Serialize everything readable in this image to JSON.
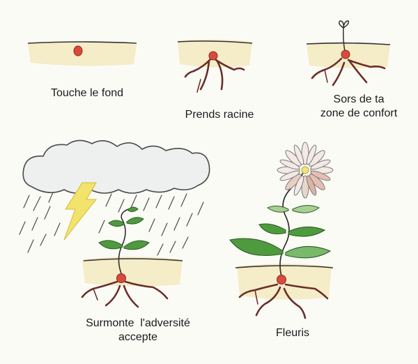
{
  "captions": {
    "stage1": "Touche le fond",
    "stage2": "Prends racine",
    "stage3_line1": "Sors de ta",
    "stage3_line2": "zone de confort",
    "stage4_line1": "Surmonte  l'adversité",
    "stage4_line2": "accepte",
    "stage5": "Fleuris"
  },
  "colors": {
    "background": "#fbfbf6",
    "soil": "#f3e9bf",
    "seed": "#d94a3d",
    "root": "#6b2f2a",
    "leaf": "#4d9b3e",
    "cloud": "#eef0f0",
    "lightning": "#f2e36a",
    "petal": "#f4e9e4"
  }
}
